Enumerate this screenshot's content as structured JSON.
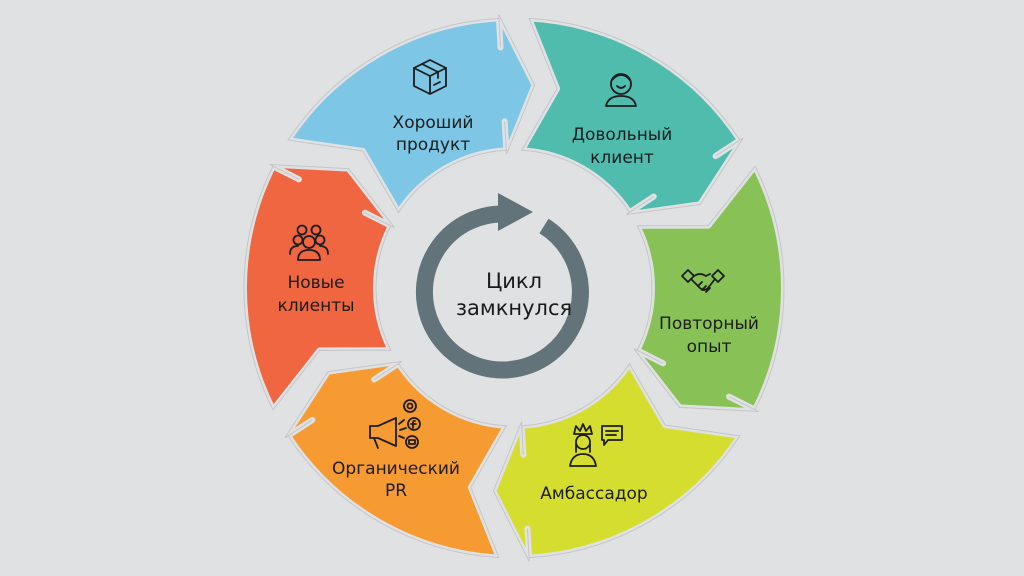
{
  "diagram": {
    "type": "cycle",
    "center": {
      "line1": "Цикл",
      "line2": "замкнулся",
      "arrow_color": "#627479"
    },
    "segments": [
      {
        "id": "good-product",
        "line1": "Хороший",
        "line2": "продукт",
        "icon": "box-icon",
        "color": "#7dc6e6"
      },
      {
        "id": "happy-client",
        "line1": "Довольный",
        "line2": "клиент",
        "icon": "smiling-person-icon",
        "color": "#4fbcae"
      },
      {
        "id": "repeat-experience",
        "line1": "Повторный",
        "line2": "опыт",
        "icon": "handshake-icon",
        "color": "#88c257"
      },
      {
        "id": "ambassador",
        "line1": "Амбассадор",
        "line2": "",
        "icon": "crowned-person-speech-icon",
        "color": "#d5de2f"
      },
      {
        "id": "organic-pr",
        "line1": "Органический",
        "line2": "PR",
        "icon": "megaphone-social-icon",
        "color": "#f69a32"
      },
      {
        "id": "new-clients",
        "line1": "Новые",
        "line2": "клиенты",
        "icon": "group-people-icon",
        "color": "#ef6640"
      }
    ],
    "background": "#dfe1e3"
  }
}
